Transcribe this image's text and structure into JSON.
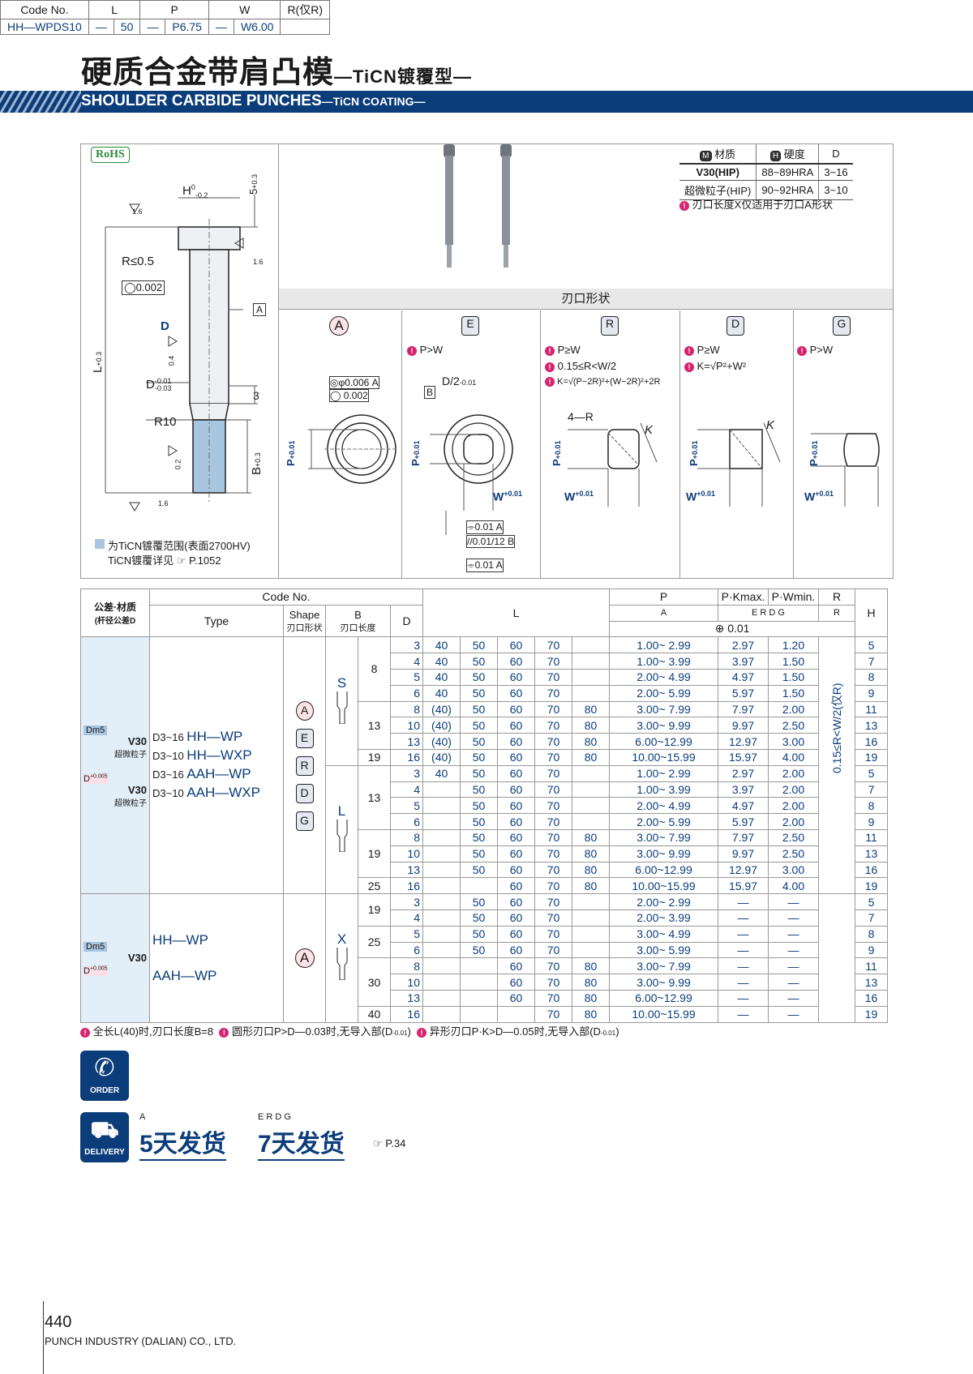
{
  "title": {
    "cn": "硬质合金带肩凸模",
    "suffix": "—TiCN镀覆型—",
    "en": "SHOULDER CARBIDE PUNCHES",
    "en_suffix": "—TiCN COATING—"
  },
  "rohs": "RoHS",
  "material_table": {
    "headers": [
      "材质",
      "硬度",
      "D"
    ],
    "header_icons": [
      "M",
      "H"
    ],
    "rows": [
      [
        "V30(HIP)",
        "88~89HRA",
        "3~16"
      ],
      [
        "超微粒子(HIP)",
        "90~92HRA",
        "3~10"
      ]
    ],
    "note": "刃口长度X仅适用于刃口A形状"
  },
  "drawing": {
    "h": "H",
    "h_tol_top": "0",
    "h_tol_bot": "-0.2",
    "five": "5",
    "five_tol": "+0.3",
    "five_tol0": "0",
    "r05": "R≤0.5",
    "flat": "0.002",
    "d_label": "D",
    "l": "L",
    "l_tol": "+0.3",
    "l_tol0": "0",
    "d_tol": "D",
    "d_tol1": "-0.01",
    "d_tol2": "-0.03",
    "three": "3",
    "r10": "R10",
    "b": "B",
    "b_tol": "+0.3",
    "b_tol0": "0",
    "r16a": "1.6",
    "r16b": "1.6",
    "r16c": "1.6",
    "r04": "0.4",
    "r02": "0.2",
    "g": "G",
    "a_ref": "A",
    "coat_note1": "为TiCN镀覆范围(表面2700HV)",
    "coat_note2": "TiCN镀覆详见",
    "coat_ref": "P.1052"
  },
  "shapes_title": "刃口形状",
  "shapes": [
    {
      "letter": "A",
      "cond": [],
      "tol1": "φ0.006",
      "tol1ref": "A",
      "tol2": "0.002",
      "p": "P",
      "p_tol": "+0.01",
      "p_tol0": "0"
    },
    {
      "letter": "E",
      "cond": [
        "P>W"
      ],
      "dim": "D/2",
      "dim_tol0": "0",
      "dim_tol": "-0.01",
      "bref": "B",
      "p": "P",
      "p_tol": "+0.01",
      "p_tol0": "0",
      "w": "W",
      "w_tol": "+0.01",
      "w_tol0": "0",
      "t1": "0.01",
      "t1ref": "A",
      "t2": "0.01/12",
      "t2ref": "B",
      "t3": "0.01",
      "t3ref": "A"
    },
    {
      "letter": "R",
      "cond": [
        "P≥W",
        "0.15≤R<W/2",
        "K=√(P−2R)²+(W−2R)²+2R"
      ],
      "r": "4—R",
      "k": "K",
      "p": "P",
      "p_tol": "+0.01",
      "p_tol0": "0",
      "w": "W",
      "w_tol": "+0.01",
      "w_tol0": "0"
    },
    {
      "letter": "D",
      "cond": [
        "P≥W",
        "K=√P²+W²"
      ],
      "k": "K",
      "p": "P",
      "p_tol": "+0.01",
      "p_tol0": "0",
      "w": "W",
      "w_tol": "+0.01",
      "w_tol0": "0"
    },
    {
      "letter": "G",
      "cond": [
        "P>W"
      ],
      "p": "P",
      "p_tol": "+0.01",
      "p_tol0": "0",
      "w": "W",
      "w_tol": "+0.01",
      "w_tol0": "0"
    }
  ],
  "table": {
    "h_tol_mat": "公差·材质",
    "h_tol_sub": "(杆径公差D",
    "h_code": "Code No.",
    "h_type": "Type",
    "h_shape": "Shape",
    "h_shape_cn": "刃口形状",
    "h_b": "B",
    "h_b_cn": "刃口长度",
    "h_d": "D",
    "h_l": "L",
    "h_p": "P",
    "h_pk": "P·Kmax.",
    "h_pw": "P·Wmin.",
    "h_r": "R",
    "h_h": "H",
    "h_p_icon": "A",
    "h_pk_icons": "E R D G",
    "h_r_icon": "R",
    "h_inc": "0.01",
    "dm5": "Dm5",
    "dtol": "D",
    "dtol_top": "+0.005",
    "dtol_bot": "0",
    "v30": "V30",
    "ultra": "超微粒子",
    "types1": [
      [
        "D3~16",
        "HH—WP"
      ],
      [
        "D3~10",
        "HH—WXP"
      ],
      [
        "D3~16",
        "AAH—WP"
      ],
      [
        "D3~10",
        "AAH—WXP"
      ]
    ],
    "types2": [
      "HH—WP",
      "AAH—WP"
    ],
    "shape_letters": [
      "A",
      "E",
      "R",
      "D",
      "G"
    ],
    "s": "S",
    "lch": "L",
    "x": "X",
    "r_range": "0.15≤R<W/2(仅R)",
    "rows": [
      [
        "3",
        "40",
        "50",
        "60",
        "70",
        "",
        "1.00~ 2.99",
        "2.97",
        "1.20",
        "5"
      ],
      [
        "4",
        "40",
        "50",
        "60",
        "70",
        "",
        "1.00~ 3.99",
        "3.97",
        "1.50",
        "7"
      ],
      [
        "5",
        "40",
        "50",
        "60",
        "70",
        "",
        "2.00~ 4.99",
        "4.97",
        "1.50",
        "8"
      ],
      [
        "6",
        "40",
        "50",
        "60",
        "70",
        "",
        "2.00~ 5.99",
        "5.97",
        "1.50",
        "9"
      ],
      [
        "8",
        "(40)",
        "50",
        "60",
        "70",
        "80",
        "3.00~ 7.99",
        "7.97",
        "2.00",
        "11"
      ],
      [
        "10",
        "(40)",
        "50",
        "60",
        "70",
        "80",
        "3.00~ 9.99",
        "9.97",
        "2.50",
        "13"
      ],
      [
        "13",
        "(40)",
        "50",
        "60",
        "70",
        "80",
        "6.00~12.99",
        "12.97",
        "3.00",
        "16"
      ],
      [
        "16",
        "(40)",
        "50",
        "60",
        "70",
        "80",
        "10.00~15.99",
        "15.97",
        "4.00",
        "19"
      ],
      [
        "3",
        "40",
        "50",
        "60",
        "70",
        "",
        "1.00~ 2.99",
        "2.97",
        "2.00",
        "5"
      ],
      [
        "4",
        "",
        "50",
        "60",
        "70",
        "",
        "1.00~ 3.99",
        "3.97",
        "2.00",
        "7"
      ],
      [
        "5",
        "",
        "50",
        "60",
        "70",
        "",
        "2.00~ 4.99",
        "4.97",
        "2.00",
        "8"
      ],
      [
        "6",
        "",
        "50",
        "60",
        "70",
        "",
        "2.00~ 5.99",
        "5.97",
        "2.00",
        "9"
      ],
      [
        "8",
        "",
        "50",
        "60",
        "70",
        "80",
        "3.00~ 7.99",
        "7.97",
        "2.50",
        "11"
      ],
      [
        "10",
        "",
        "50",
        "60",
        "70",
        "80",
        "3.00~ 9.99",
        "9.97",
        "2.50",
        "13"
      ],
      [
        "13",
        "",
        "50",
        "60",
        "70",
        "80",
        "6.00~12.99",
        "12.97",
        "3.00",
        "16"
      ],
      [
        "16",
        "",
        "",
        "60",
        "70",
        "80",
        "10.00~15.99",
        "15.97",
        "4.00",
        "19"
      ],
      [
        "3",
        "",
        "50",
        "60",
        "70",
        "",
        "2.00~ 2.99",
        "—",
        "—",
        "5"
      ],
      [
        "4",
        "",
        "50",
        "60",
        "70",
        "",
        "2.00~ 3.99",
        "—",
        "—",
        "7"
      ],
      [
        "5",
        "",
        "50",
        "60",
        "70",
        "",
        "3.00~ 4.99",
        "—",
        "—",
        "8"
      ],
      [
        "6",
        "",
        "50",
        "60",
        "70",
        "",
        "3.00~ 5.99",
        "—",
        "—",
        "9"
      ],
      [
        "8",
        "",
        "",
        "60",
        "70",
        "80",
        "3.00~ 7.99",
        "—",
        "—",
        "11"
      ],
      [
        "10",
        "",
        "",
        "60",
        "70",
        "80",
        "3.00~ 9.99",
        "—",
        "—",
        "13"
      ],
      [
        "13",
        "",
        "",
        "60",
        "70",
        "80",
        "6.00~12.99",
        "—",
        "—",
        "16"
      ],
      [
        "16",
        "",
        "",
        "",
        "70",
        "80",
        "10.00~15.99",
        "—",
        "—",
        "19"
      ]
    ],
    "b_groups": [
      [
        "8",
        4
      ],
      [
        "13",
        3
      ],
      [
        "19",
        1
      ],
      [
        "13",
        4
      ],
      [
        "19",
        3
      ],
      [
        "25",
        1
      ],
      [
        "19",
        2
      ],
      [
        "25",
        2
      ],
      [
        "30",
        3
      ],
      [
        "40",
        1
      ]
    ]
  },
  "footnotes": [
    "全长L(40)时,刃口长度B=8",
    "圆形刃口P>D—0.03时,无导入部(D",
    "异形刃口P·K>D—0.05时,无导入部(D"
  ],
  "foot_tol": "-0.01",
  "foot_tol2": "-0.03",
  "order": {
    "label": "ORDER",
    "headers": [
      "Code No.",
      "L",
      "P",
      "W",
      "R(仅R)"
    ],
    "values": [
      "HH—WPDS10",
      "—",
      "50",
      "—",
      "P6.75",
      "—",
      "W6.00"
    ]
  },
  "delivery": {
    "label": "DELIVERY",
    "a": "A",
    "a_days": "5天发货",
    "others": "E R D G",
    "o_days": "7天发货",
    "ref": "P.34"
  },
  "page": "440",
  "company": "PUNCH INDUSTRY (DALIAN) CO., LTD."
}
